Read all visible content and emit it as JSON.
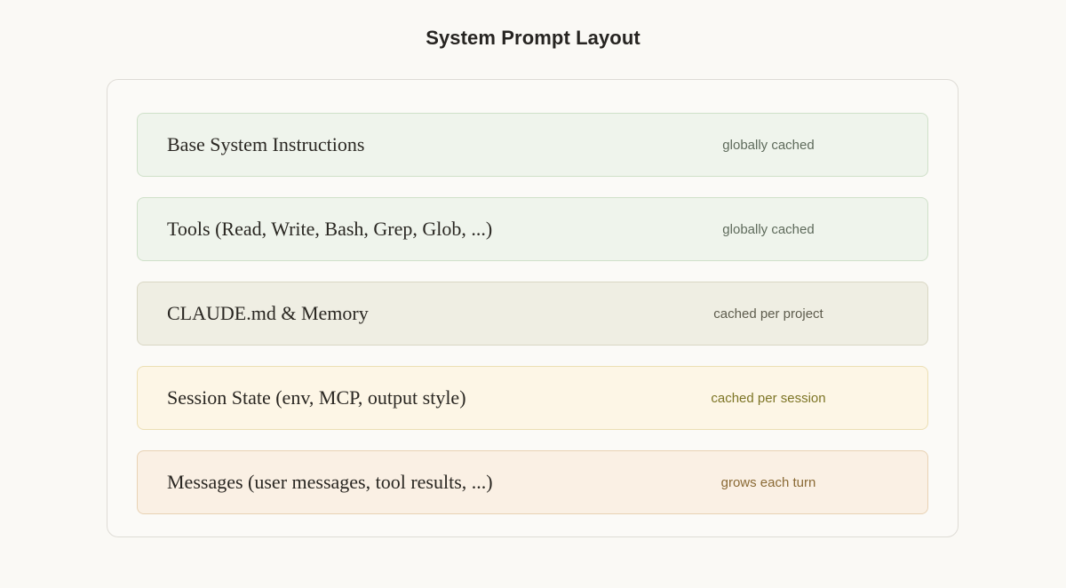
{
  "title": "System Prompt Layout",
  "colors": {
    "page_background": "#faf9f5",
    "panel_background": "#fbfaf7",
    "panel_border": "#dedcd6",
    "title_text": "#262421",
    "row_label_text": "#2a2722",
    "green_fill": "#eff4ec",
    "green_border": "#cfe0c9",
    "green_note_text": "#5f6b5c",
    "beige_fill": "#efeee3",
    "beige_border": "#d9d7c4",
    "beige_note_text": "#5e5c4d",
    "cream_fill": "#fdf6e6",
    "cream_border": "#ecdfb4",
    "cream_note_text": "#7d7526",
    "peach_fill": "#faf0e4",
    "peach_border": "#e8d2b4",
    "peach_note_text": "#8a6a35"
  },
  "rows": [
    {
      "label": "Base System Instructions",
      "note": "globally cached",
      "variant": "green"
    },
    {
      "label": "Tools (Read, Write, Bash, Grep, Glob, ...)",
      "note": "globally cached",
      "variant": "green"
    },
    {
      "label": "CLAUDE.md & Memory",
      "note": "cached per project",
      "variant": "beige"
    },
    {
      "label": "Session State (env, MCP, output style)",
      "note": "cached per session",
      "variant": "cream"
    },
    {
      "label": "Messages (user messages, tool results, ...)",
      "note": "grows each turn",
      "variant": "peach"
    }
  ]
}
